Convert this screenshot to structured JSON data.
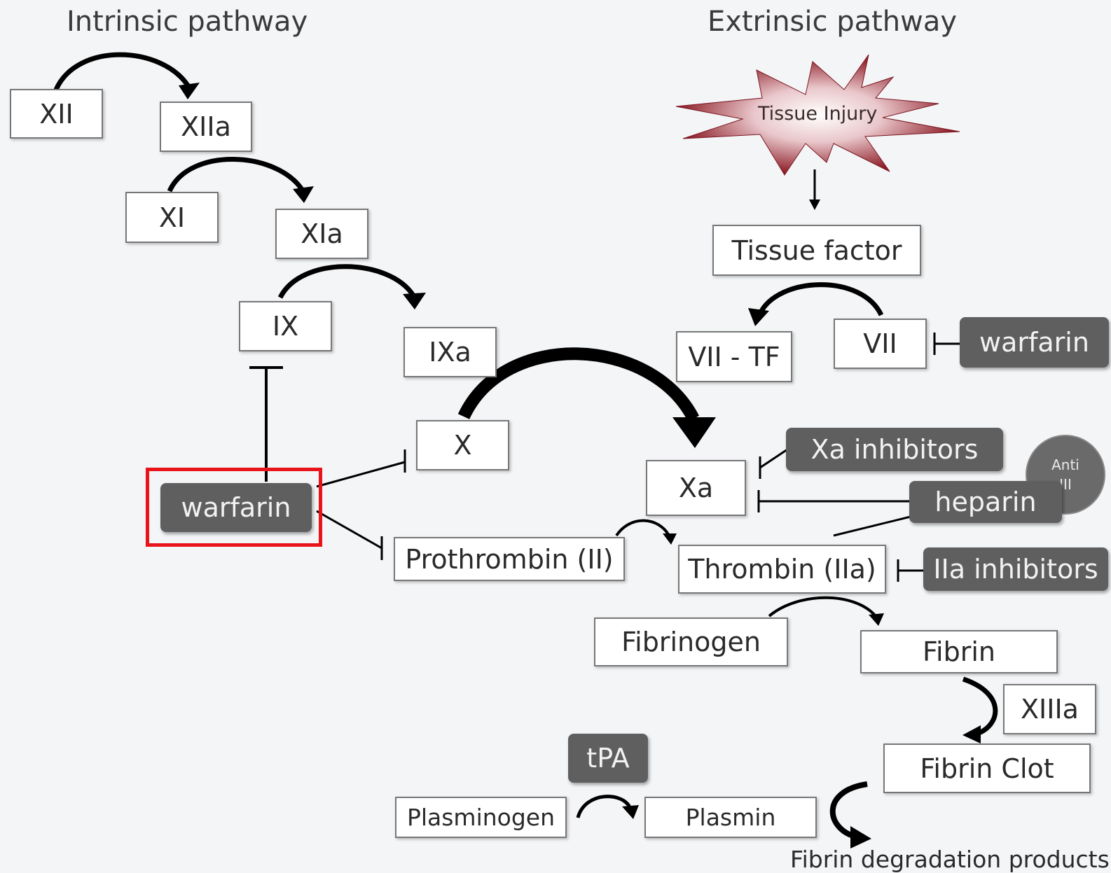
{
  "titles": {
    "intrinsic": "Intrinsic pathway",
    "extrinsic": "Extrinsic pathway"
  },
  "factors": {
    "xii": "XII",
    "xiia": "XIIa",
    "xi": "XI",
    "xia": "XIa",
    "ix": "IX",
    "ixa": "IXa",
    "x": "X",
    "xa": "Xa",
    "tissue_injury": "Tissue Injury",
    "tissue_factor": "Tissue factor",
    "vii_tf": "VII - TF",
    "vii": "VII",
    "prothrombin": "Prothrombin (II)",
    "thrombin": "Thrombin (IIa)",
    "fibrinogen": "Fibrinogen",
    "fibrin": "Fibrin",
    "xiiia": "XIIIa",
    "fibrin_clot": "Fibrin Clot",
    "plasminogen": "Plasminogen",
    "plasmin": "Plasmin",
    "fdp": "Fibrin degradation products"
  },
  "drugs": {
    "warfarin_left": "warfarin",
    "warfarin_right": "warfarin",
    "xa_inhibitors": "Xa inhibitors",
    "heparin": "heparin",
    "iia_inhibitors": "IIa inhibitors",
    "tpa": "tPA",
    "anti_iii_line1": "Anti",
    "anti_iii_line2": "III"
  },
  "colors": {
    "highlight": "#e8141a",
    "drug_fill": "#5f5f5f",
    "burst_outer": "#8b1a24"
  }
}
